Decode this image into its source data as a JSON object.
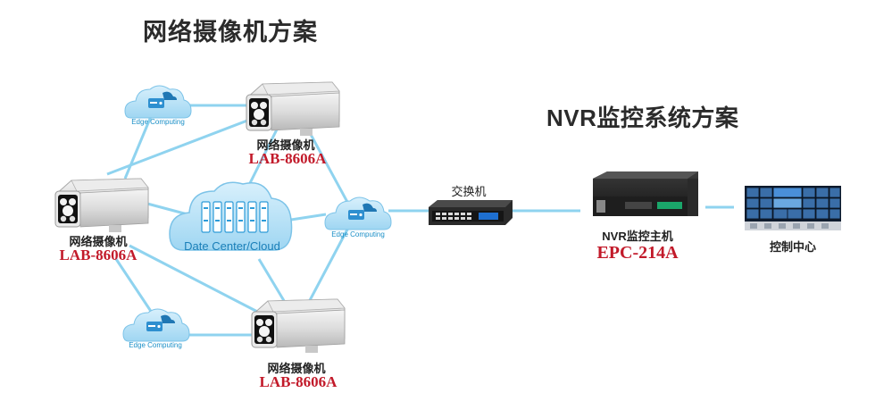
{
  "titles": {
    "camera_scheme": "网络摄像机方案",
    "nvr_scheme": "NVR监控系统方案"
  },
  "cameras": [
    {
      "name": "网络摄像机",
      "model": "LAB-8606A"
    },
    {
      "name": "网络摄像机",
      "model": "LAB-8606A"
    },
    {
      "name": "网络摄像机",
      "model": "LAB-8606A"
    }
  ],
  "edge_nodes": [
    {
      "label": "Edge Computing"
    },
    {
      "label": "Edge Computing"
    },
    {
      "label": "Edge Computing"
    }
  ],
  "data_center": {
    "label": "Date Center/Cloud"
  },
  "switch": {
    "label": "交换机"
  },
  "nvr": {
    "name": "NVR监控主机",
    "model": "EPC-214A"
  },
  "control_center": {
    "label": "控制中心"
  },
  "colors": {
    "link": "#8fd3ef",
    "cloud": "#2d9bd8",
    "cloud_light": "#8fd1f3",
    "model_text": "#c21a2a",
    "title_text": "#2b2b2b"
  }
}
